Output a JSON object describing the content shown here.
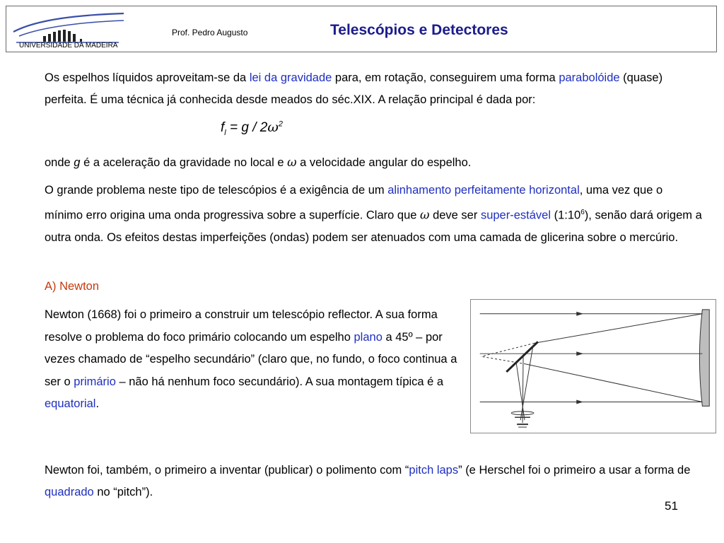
{
  "header": {
    "logo_text": "UNIVERSIDADE DA MADEIRA",
    "author": "Prof. Pedro Augusto",
    "title": "Telescópios e Detectores"
  },
  "paragraph1": {
    "t1": "Os espelhos líquidos aproveitam-se da ",
    "h1": "lei da gravidade",
    "t2": " para, em rotação, conseguirem uma forma ",
    "h2": "parabolóide",
    "t3": " (quase) perfeita. É uma técnica já conhecida desde meados do séc.XIX.  A relação principal é dada por:"
  },
  "formula": {
    "f": "f",
    "sub": "l",
    "rest": " = g / 2",
    "omega": "ω",
    "sup": "2"
  },
  "paragraph2": {
    "t1": "onde ",
    "g": "g",
    "t2": " é a aceleração da gravidade no local e ",
    "omega": "ω",
    "t3": " a velocidade angular do espelho."
  },
  "paragraph3": {
    "t1": "O grande problema neste tipo de telescópios é a exigência de um ",
    "h1": "alinhamento perfeitamente horizontal",
    "t2": ", uma vez que o mínimo erro origina uma onda progressiva sobre a superfície. Claro que ",
    "omega": "ω",
    "t3": " deve ser ",
    "h2": "super-estável",
    "t4": " (1:10",
    "sup": "6",
    "t5": "), senão dará origem a outra onda. Os efeitos destas imperfeições (ondas) podem ser atenuados com uma camada de glicerina sobre o mercúrio."
  },
  "newton_heading": "A) Newton",
  "paragraph4": {
    "t1": "Newton (1668) foi o primeiro a construir um telescópio reflector. A sua forma resolve o problema do foco primário colocando um espelho ",
    "h1": "plano",
    "t2": " a 45º – por vezes chamado de “espelho secundário” (claro que, no fundo, o foco continua a ser o ",
    "h2": "primário",
    "t3": " – não há nenhum foco secundário). A sua montagem típica é a ",
    "h3": "equatorial",
    "t4": "."
  },
  "paragraph5": {
    "t1": "Newton foi, também, o primeiro a inventar (publicar) o polimento com “",
    "h1": "pitch laps",
    "t2": "” (e Herschel foi o primeiro a usar a forma de ",
    "h2": "quadrado",
    "t3": " no “pitch”)."
  },
  "page_number": "51",
  "colors": {
    "title": "#1c1c8c",
    "highlight": "#1f2fc0",
    "heading": "#c43a0f",
    "logo_blue": "#3a4fa8"
  },
  "icons": {
    "logo": "university-logo-icon",
    "diagram": "newtonian-telescope-diagram"
  }
}
